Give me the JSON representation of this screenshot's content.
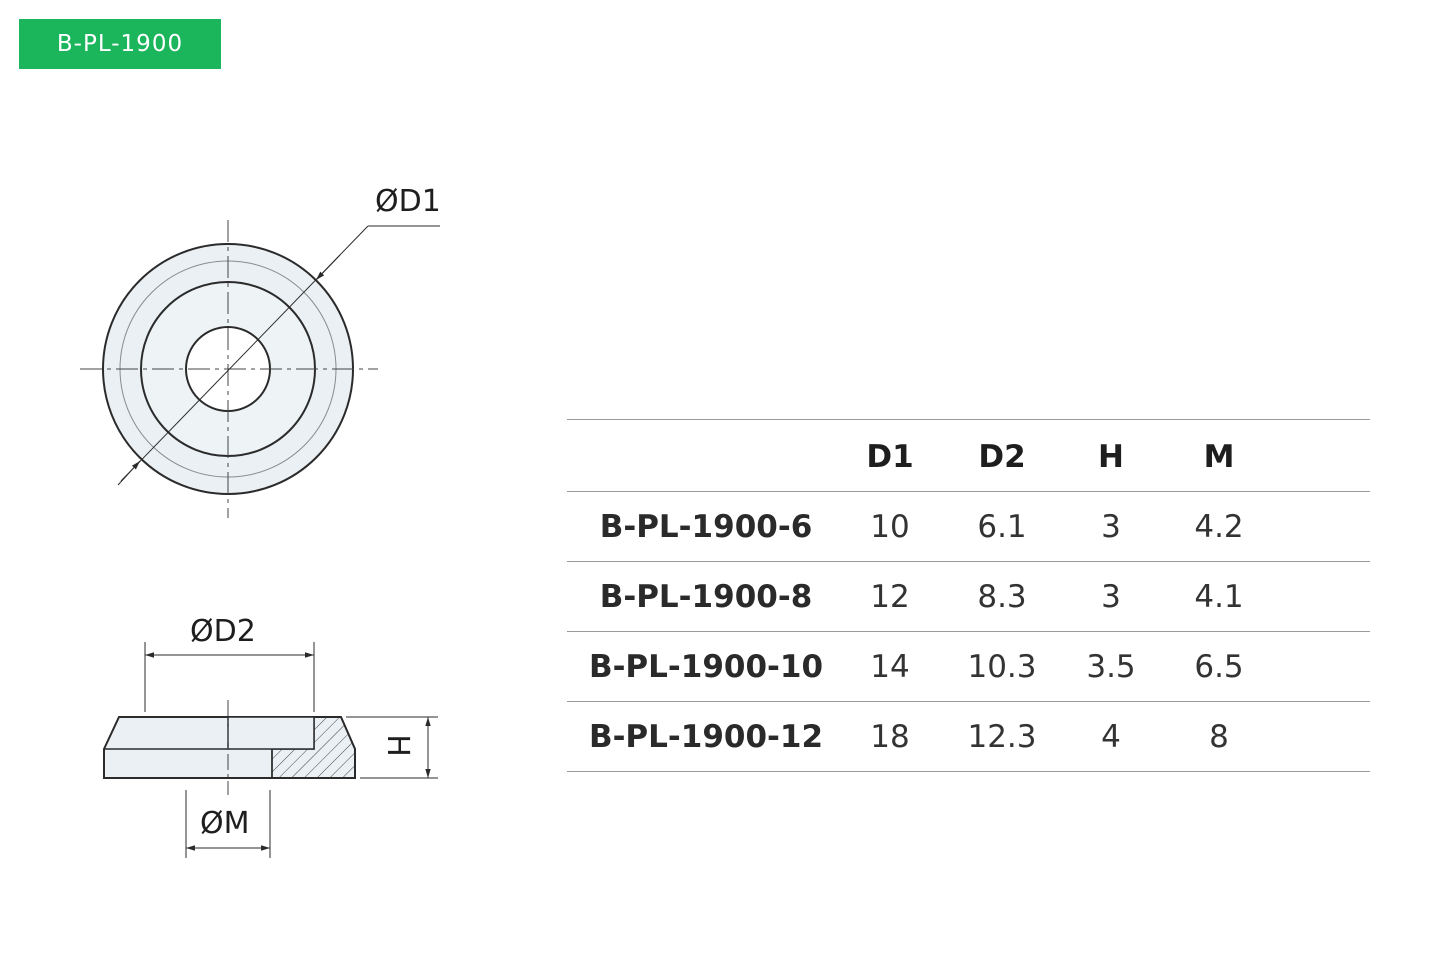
{
  "header": {
    "badge_label": "B-PL-1900"
  },
  "drawing": {
    "labels": {
      "d1": "ØD1",
      "d2": "ØD2",
      "h": "H",
      "m": "ØM"
    }
  },
  "table": {
    "columns": [
      "",
      "D1",
      "D2",
      "H",
      "M"
    ],
    "rows": [
      {
        "model": "B-PL-1900-6",
        "d1": "10",
        "d2": "6.1",
        "h": "3",
        "m": "4.2"
      },
      {
        "model": "B-PL-1900-8",
        "d1": "12",
        "d2": "8.3",
        "h": "3",
        "m": "4.1"
      },
      {
        "model": "B-PL-1900-10",
        "d1": "14",
        "d2": "10.3",
        "h": "3.5",
        "m": "6.5"
      },
      {
        "model": "B-PL-1900-12",
        "d1": "18",
        "d2": "12.3",
        "h": "4",
        "m": "8"
      }
    ]
  },
  "colors": {
    "badge": "#1bb55c",
    "part_fill": "#eaf0f4",
    "line": "#2b2b2b"
  }
}
